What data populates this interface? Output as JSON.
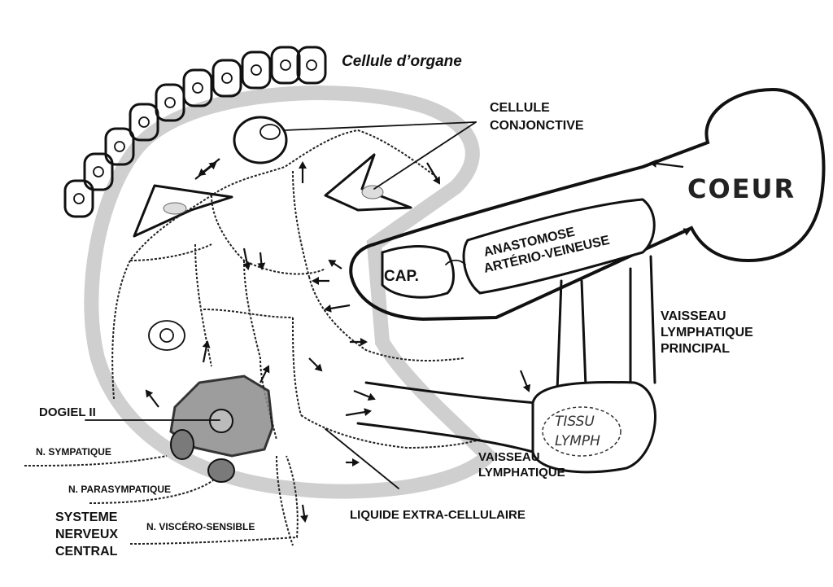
{
  "labels": {
    "cellule_organe": "Cellule d’organe",
    "cellule_conjonctive_1": "CELLULE",
    "cellule_conjonctive_2": "CONJONCTIVE",
    "coeur": "COEUR",
    "anastomose_1": "ANASTOMOSE",
    "anastomose_2": "ARTÉRIO-VEINEUSE",
    "cap": "CAP.",
    "vaisseau_principal_1": "VAISSEAU",
    "vaisseau_principal_2": "LYMPHATIQUE",
    "vaisseau_principal_3": "PRINCIPAL",
    "dogiel": "DOGIEL II",
    "tissu_1": "TISSU",
    "tissu_2": "LYMPH",
    "n_sympathique": "N. SYMPATIQUE",
    "vaisseau_lymph_1": "VAISSEAU",
    "vaisseau_lymph_2": "LYMPHATIQUE",
    "n_parasympathique": "N. PARASYMPATIQUE",
    "systeme_1": "SYSTEME",
    "systeme_2": "NERVEUX",
    "systeme_3": "CENTRAL",
    "liquide": "LIQUIDE EXTRA-CELLULAIRE",
    "n_viscero": "N. VISCÉRO-SENSIBLE"
  }
}
